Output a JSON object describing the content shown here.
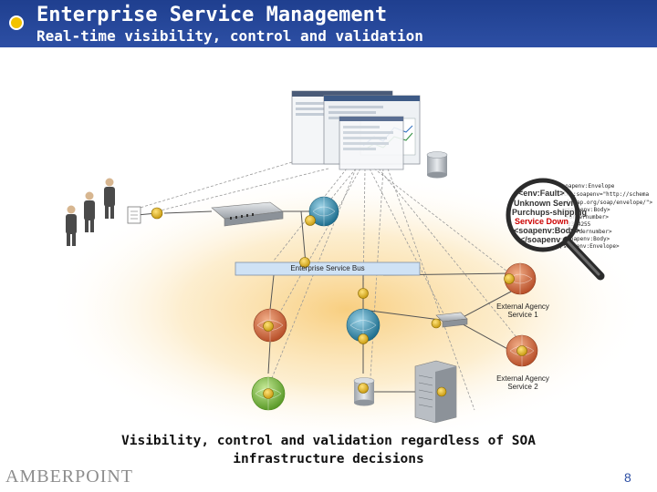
{
  "header": {
    "title": "Enterprise Service Management",
    "subtitle": "Real-time visibility, control and validation"
  },
  "diagram": {
    "esb_label": "Enterprise Service Bus",
    "external_services": [
      "External Agency\nService 1",
      "External Agency\nService 2"
    ],
    "soap_message": {
      "lines": [
        "<soapenv:Envelope",
        "xmlns:soapenv=\"http://schema",
        "xmlsoap.org/soap/envelope/\">",
        "<soapenv:Body>",
        "<ordernumber>",
        "2354255",
        "</ordernumber>",
        "</soapenv:Body>",
        "</soapenv:Envelope>"
      ],
      "overlay": [
        "<env:Fault>",
        "Unknown Servic",
        "Purchups-shipping",
        "Service Down",
        "<soapenv:Body>",
        "</soapenv"
      ]
    }
  },
  "caption": "Visibility, control and validation regardless of SOA infrastructure decisions",
  "footer": {
    "logo": "AMBERPOINT",
    "page_number": "8"
  },
  "colors": {
    "header_bg": "#2d4fa4",
    "accent": "#f2c200",
    "service_orange": "#d2693a",
    "service_blue": "#2f8fb0",
    "service_green": "#7fbf3f"
  }
}
